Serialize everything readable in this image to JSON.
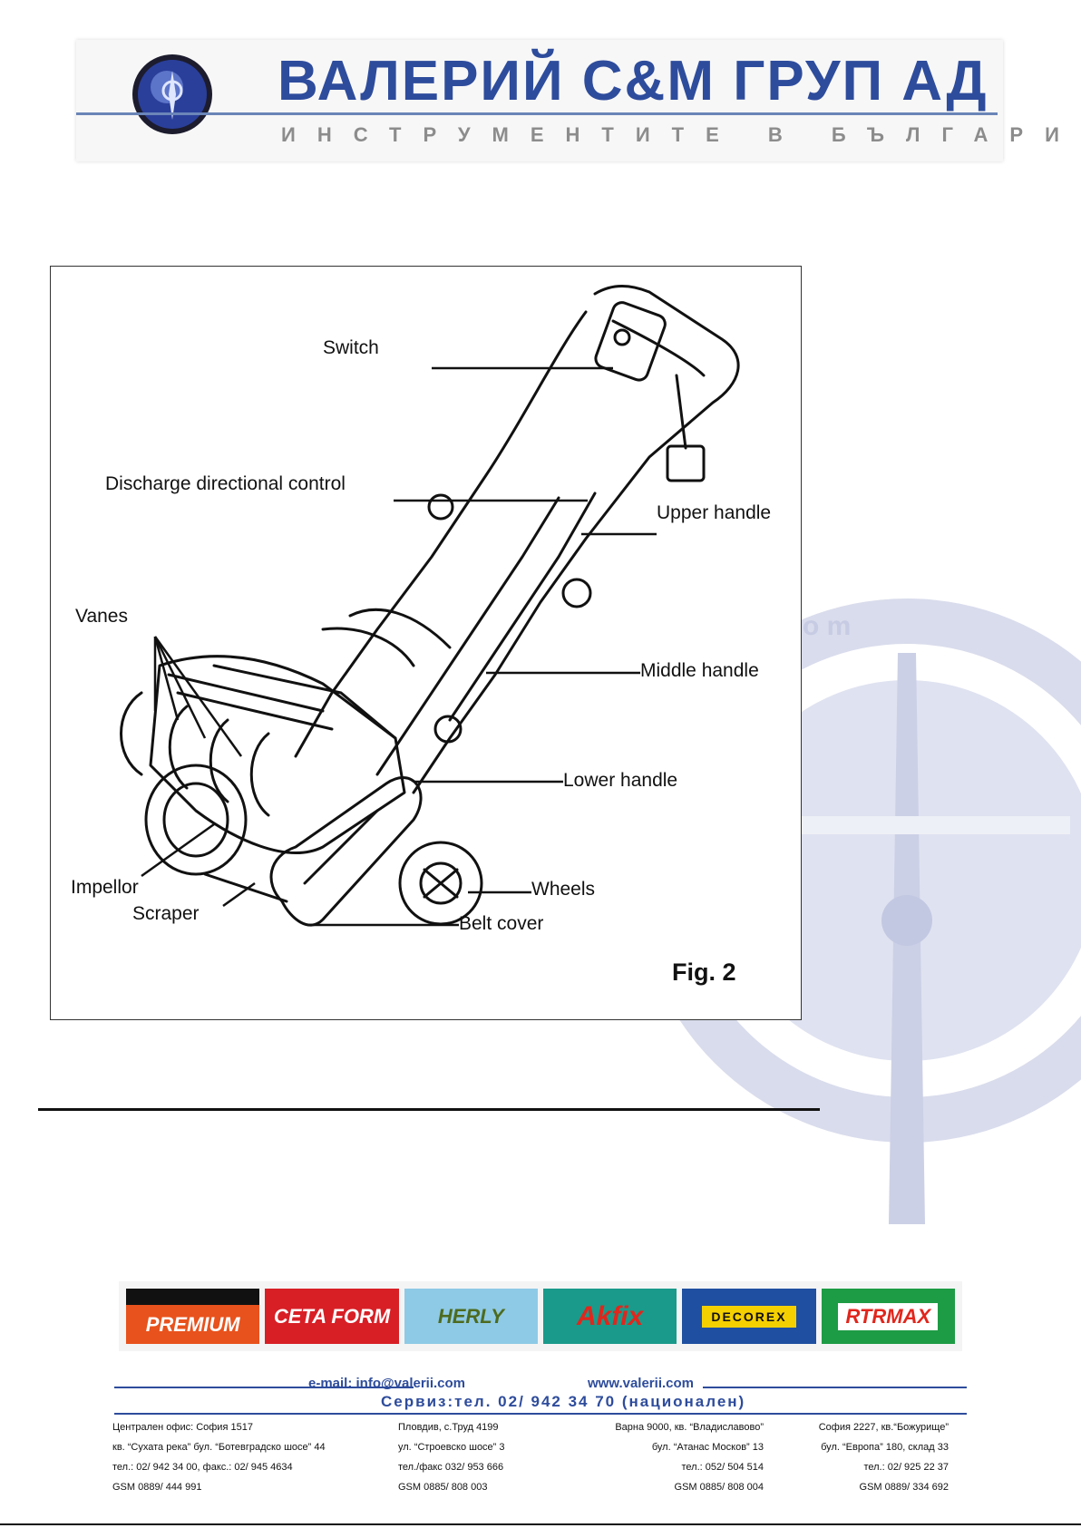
{
  "header": {
    "company_name": "ВАЛЕРИЙ С&М ГРУП АД",
    "tagline": "ИНСТРУМЕНТИТЕ В БЪЛГАРИЯ",
    "watermark_text": "c o m"
  },
  "figure": {
    "labels": {
      "switch": "Switch",
      "discharge": "Discharge directional control",
      "upper_handle": "Upper handle",
      "vanes": "Vanes",
      "middle_handle": "Middle handle",
      "lower_handle": "Lower handle",
      "impellor": "Impellor",
      "wheels": "Wheels",
      "scraper": "Scraper",
      "belt_cover": "Belt cover"
    },
    "caption": "Fig. 2"
  },
  "brands": [
    "PREMIUM",
    "CETA FORM",
    "HERLY",
    "Akfix",
    "DECOREX",
    "RTRMAX"
  ],
  "brand_colors": [
    "#e8521c",
    "#d81f26",
    "#8ecae6",
    "#1a9a8a",
    "#1f4fa0",
    "#1d9c45"
  ],
  "footer": {
    "email": "e-mail: info@valerii.com",
    "web": "www.valerii.com",
    "service": "Сервиз:тел. 02/ 942 34 70 (национален)",
    "offices": [
      {
        "lines": [
          "Централен офис: София 1517",
          "кв. “Сухата река” бул. “Ботевградско шосе” 44",
          "тел.: 02/ 942 34 00, факс.: 02/ 945 4634",
          "GSM 0889/ 444 991"
        ]
      },
      {
        "lines": [
          "Пловдив, с.Труд 4199",
          "ул. “Строевско шосе” 3",
          "тел./факс 032/ 953 666",
          "GSM 0885/ 808 003"
        ]
      },
      {
        "lines": [
          "Варна 9000, кв. “Владиславово”",
          "бул. “Атанас Москов” 13",
          "тел.: 052/ 504 514",
          "GSM 0885/ 808 004"
        ]
      },
      {
        "lines": [
          "София 2227, кв.“Божурище”",
          "бул. “Европа” 180, склад 33",
          "тел.: 02/ 925 22 37",
          "GSM 0889/ 334 692"
        ]
      }
    ]
  }
}
